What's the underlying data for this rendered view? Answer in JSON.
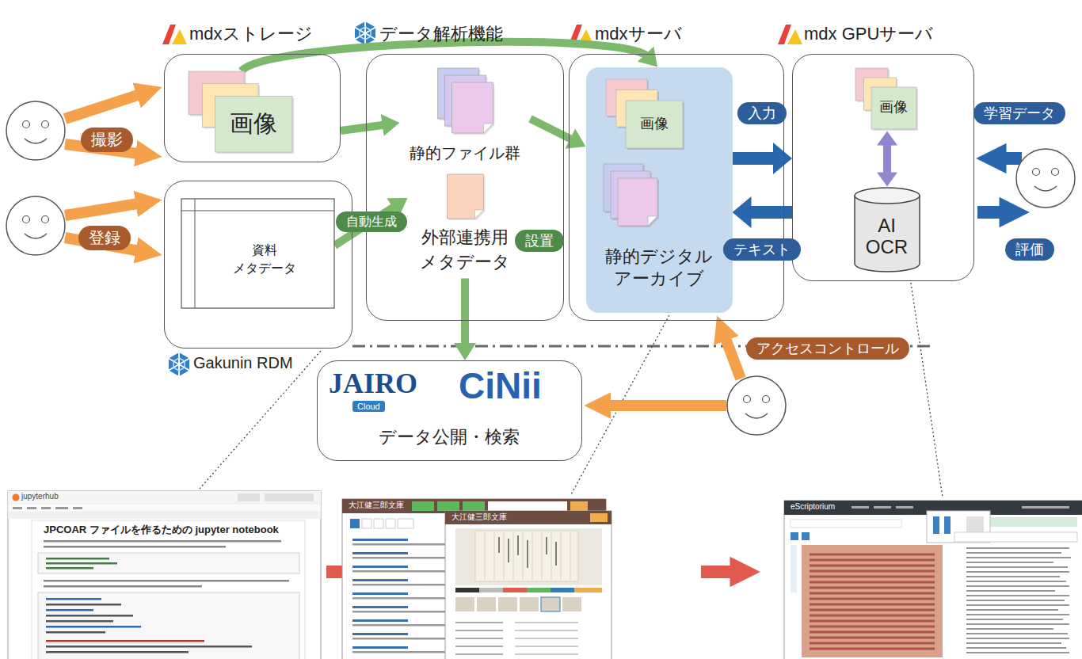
{
  "diagram": {
    "nodes": [
      {
        "text": [
          "mdxストレージ"
        ]
      },
      {
        "text": [
          "画像"
        ],
        "in": 0
      },
      {
        "text": [
          "データ解析機能"
        ]
      },
      {
        "text": [
          "静的ファイル群"
        ],
        "in": 2
      },
      {
        "text": [
          "外部連携用 メタデータ"
        ],
        "in": 2
      },
      {
        "text": [
          "mdxサーバ"
        ]
      },
      {
        "text": [
          "静的デジタル アーカイブ"
        ],
        "in": 5
      },
      {
        "text": [
          "画像"
        ],
        "in": 6
      },
      {
        "text": [
          "mdx GPUサーバ"
        ]
      },
      {
        "text": [
          "画像"
        ],
        "in": 8
      },
      {
        "text": [
          "AI OCR"
        ],
        "in": 8
      },
      {
        "text": [
          "Gakunin RDM"
        ]
      },
      {
        "text": [
          "資料 メタデータ"
        ],
        "in": 11
      },
      {
        "text": [
          "JAIRO",
          "Cloud",
          "CiNii",
          "データ公開・検索"
        ]
      }
    ],
    "edges": [
      {
        "from": 0,
        "to": 3,
        "arrow": "to"
      },
      {
        "from": 12,
        "to": 4,
        "label": "自動生成",
        "arrow": "to"
      },
      {
        "from": 1,
        "to": 6,
        "arrow": "to"
      },
      {
        "from": 3,
        "to": 6,
        "arrow": "to"
      },
      {
        "from": 4,
        "to": 13,
        "arrow": "to"
      },
      {
        "from": 6,
        "to": 8,
        "label": "入力",
        "arrow": "to"
      },
      {
        "from": 8,
        "to": 6,
        "label": "テキスト",
        "arrow": "to"
      },
      {
        "from": 9,
        "to": 10,
        "arrow": "both"
      }
    ],
    "labels": [
      "撮影",
      "登録",
      "設置",
      "学習データ",
      "評価",
      "アクセスコントロール",
      "jupyterhub",
      "JPCOAR ファイルを作るための jupyter notebook",
      "大江健三郎文庫",
      "大江健三郎文庫",
      "eScriptorium"
    ]
  }
}
